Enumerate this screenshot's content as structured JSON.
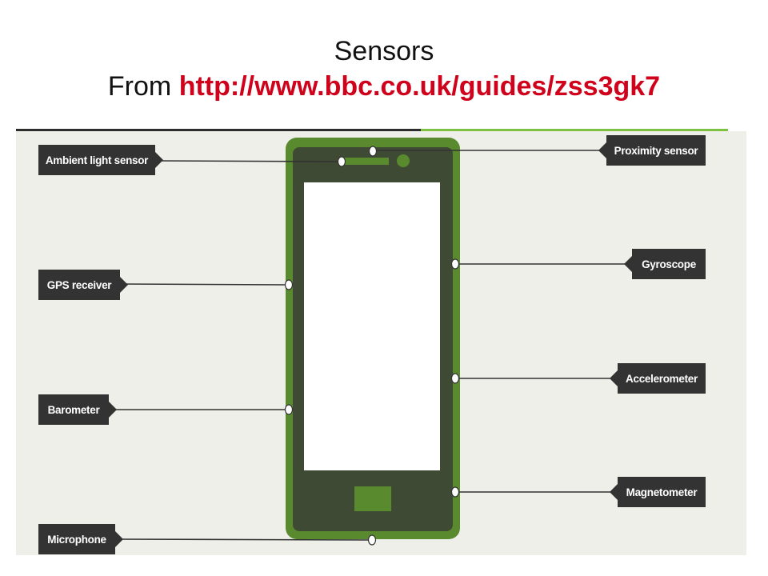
{
  "title": {
    "line1": "Sensors",
    "line2_prefix": "From ",
    "line2_link": "http://www.bbc.co.uk/guides/zss3gk7"
  },
  "sensors": {
    "left": [
      "Ambient light sensor",
      "GPS receiver",
      "Barometer",
      "Microphone"
    ],
    "right": [
      "Proximity sensor",
      "Gyroscope",
      "Accelerometer",
      "Magnetometer"
    ]
  },
  "colors": {
    "phone_outer": "#5a8a2e",
    "phone_inner": "#3f4a34",
    "screen": "#ffffff",
    "label_bg": "#333333",
    "link": "#d0021b",
    "accent_green": "#7dc242"
  }
}
